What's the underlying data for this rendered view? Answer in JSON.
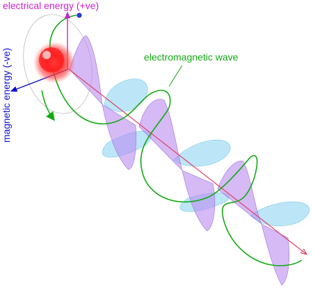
{
  "labels": {
    "electrical": "electrical energy (+ve)",
    "magnetic": "magnetic energy (-ve)",
    "wave": "electromagnetic wave"
  },
  "colors": {
    "electrical": "#cc22cc",
    "magnetic": "#1010cc",
    "wave": "#11aa11",
    "electric_lobe": "#b98cf0",
    "magnetic_lobe": "#8fd6f2",
    "particle": "#ff2020",
    "propagation_axis": "#e04060"
  }
}
